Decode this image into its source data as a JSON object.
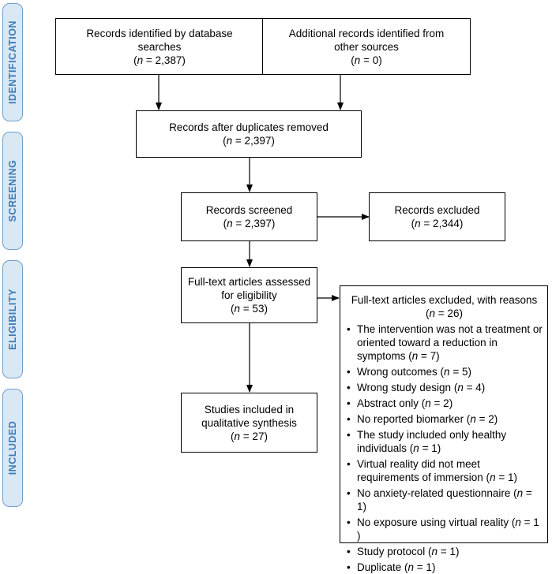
{
  "phases": {
    "identification": "IDENTIFICATION",
    "screening": "SCREENING",
    "eligibility": "ELIGIBILITY",
    "included": "INCLUDED"
  },
  "boxes": {
    "database": {
      "line1": "Records identified by database",
      "line2": "searches",
      "n_label": "n",
      "n_value": " = 2,387)"
    },
    "additional": {
      "line1": "Additional records identified from",
      "line2": "other sources",
      "n_label": "n",
      "n_value": " = 0)"
    },
    "duplicates": {
      "line1": "Records after duplicates removed",
      "n_label": "n",
      "n_value": " = 2,397)"
    },
    "screened": {
      "line1": "Records screened",
      "n_label": "n",
      "n_value": " = 2,397)"
    },
    "excluded": {
      "line1": "Records excluded",
      "n_label": "n",
      "n_value": " = 2,344)"
    },
    "fulltext": {
      "line1": "Full-text articles assessed",
      "line2": "for eligibility",
      "n_label": "n",
      "n_value": " = 53)"
    },
    "included": {
      "line1": "Studies included in",
      "line2": "qualitative synthesis",
      "n_label": "n",
      "n_value": " = 27)"
    }
  },
  "exclusions": {
    "title": "Full-text articles excluded, with reasons",
    "total_n_label": "n",
    "total_n_value": " = 26)",
    "reasons": [
      {
        "pre": "The intervention was not a treatment or oriented toward a reduction in symptoms (",
        "n": "n",
        "post": " = 7)"
      },
      {
        "pre": "Wrong outcomes (",
        "n": "n",
        "post": " = 5)"
      },
      {
        "pre": "Wrong study design (",
        "n": "n",
        "post": " = 4)"
      },
      {
        "pre": "Abstract only (",
        "n": "n",
        "post": " = 2)"
      },
      {
        "pre": "No reported biomarker (",
        "n": "n",
        "post": " = 2)"
      },
      {
        "pre": "The study included only healthy individuals (",
        "n": "n",
        "post": " = 1)"
      },
      {
        "pre": "Virtual reality did not meet requirements of immersion (",
        "n": "n",
        "post": " = 1)"
      },
      {
        "pre": "No anxiety-related questionnaire (",
        "n": "n",
        "post": " = 1)"
      },
      {
        "pre": "No exposure using virtual reality (",
        "n": "n",
        "post": " = 1 )"
      },
      {
        "pre": "Study protocol (",
        "n": "n",
        "post": " = 1)"
      },
      {
        "pre": "Duplicate (",
        "n": "n",
        "post": " = 1)"
      }
    ]
  },
  "colors": {
    "phase_fill": "#d9e8f5",
    "phase_border": "#6f9fc9",
    "phase_text": "#3e7bb5"
  }
}
